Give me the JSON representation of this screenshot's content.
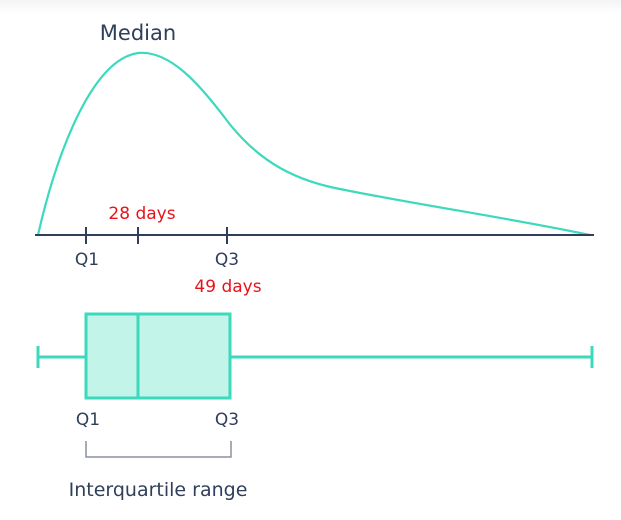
{
  "density_chart": {
    "title": "Median",
    "q1_label": "Q1",
    "q3_label": "Q3",
    "median_value_label": "28 days",
    "q3_value_label": "49 days"
  },
  "box_plot": {
    "q1_label": "Q1",
    "q3_label": "Q3",
    "bracket_label": "Interquartile range"
  },
  "colors": {
    "teal": "#3dd9bd",
    "teal_fill": "#c2f4ea",
    "axis": "#2f3e5a",
    "bracket": "#8a90a0",
    "annotation_red": "#e8121a"
  }
}
